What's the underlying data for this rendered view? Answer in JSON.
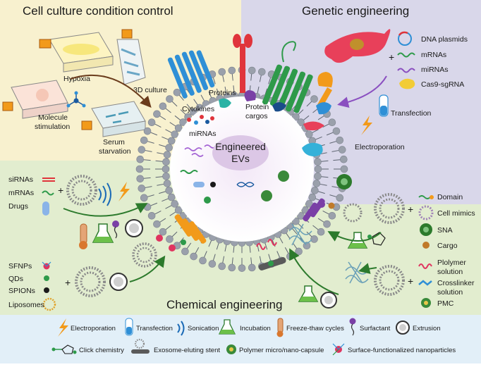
{
  "sections": {
    "cell_culture": {
      "title": "Cell culture condition control",
      "bg": "#f8f1cf",
      "labels": {
        "hypoxia": "Hypoxia",
        "culture3d": "3D culture",
        "molecule1": "Molecule",
        "molecule2": "stimulation",
        "serum1": "Serum",
        "serum2": "starvation"
      }
    },
    "genetic": {
      "title": "Genetic engineering",
      "bg": "#d9d7ea",
      "labels": {
        "dna": "DNA plasmids",
        "mrna": "mRNAs",
        "mirna": "miRNAs",
        "cas9": "Cas9-sgRNA",
        "transfection": "Transfection",
        "electroporation": "Electroporation"
      }
    },
    "chemical": {
      "title": "Chemical engineering",
      "bg": "#e2edcf",
      "labels": {
        "sirnas": "siRNAs",
        "mrnas": "mRNAs",
        "drugs": "Drugs",
        "sfnps": "SFNPs",
        "qds": "QDs",
        "spions": "SPIONs",
        "liposomes": "Liposomes",
        "domain": "Domain",
        "cell_mimics": "Cell mimics",
        "sna": "SNA",
        "cargo": "Cargo",
        "polymer1": "Plolymer",
        "polymer2": "solution",
        "crosslinker1": "Crosslinker",
        "crosslinker2": "solution",
        "pmc": "PMC"
      }
    }
  },
  "center": {
    "title1": "Engineered",
    "title2": "EVs",
    "proteins": "Proteins",
    "cytokines": "Cytokines",
    "mirnas": "miRNAs",
    "protein1": "Protein",
    "protein2": "cargos"
  },
  "legend": {
    "bg": "#e2eff8",
    "electroporation": "Electroporation",
    "transfection": "Transfection",
    "sonication": "Sonication",
    "incubation": "Incubation",
    "freeze_thaw": "Freeze-thaw cycles",
    "surfactant": "Surfactant",
    "extrusion": "Extrusion",
    "click": "Click chemistry",
    "stent": "Exosome-eluting stent",
    "capsule": "Polymer micro/nano-capsule",
    "nanoparticles": "Surface-functionalized nanoparticles"
  },
  "colors": {
    "lipid_head": "#9aa0ab",
    "lipid_tail": "#5d6470",
    "ev_core": "#dcc7e6",
    "arrow_brown": "#6b3c1c",
    "arrow_purple": "#8a4fc0",
    "arrow_green": "#2c7a2c",
    "blue_protein": "#2f8fd6",
    "green_protein": "#2e9a4a",
    "orange_protein": "#f29a1a",
    "purple_protein": "#7a3fa6",
    "red_protein": "#e0343b"
  }
}
